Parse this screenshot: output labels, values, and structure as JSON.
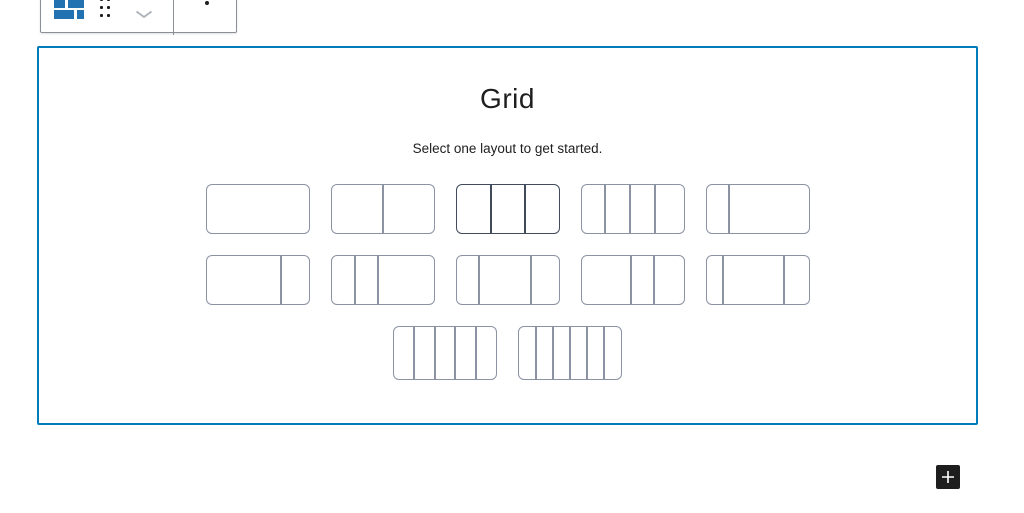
{
  "colors": {
    "accent": "#007cba",
    "icon-blue": "#2271b1",
    "btn-border": "#8b93a3",
    "btn-border-dark": "#414b5c",
    "inserter": "#1e1e1e",
    "toolbar-border": "#8a8f98",
    "text": "#1e1e1e"
  },
  "toolbar": {
    "block_button_label": "Grid",
    "drag_label": "Drag",
    "move_down_label": "Move down",
    "options_label": "Options"
  },
  "panel": {
    "title": "Grid",
    "subtitle": "Select one layout to get started.",
    "layout_rows": [
      [
        {
          "name": "1-column",
          "dividers": []
        },
        {
          "name": "50-50",
          "dividers": [
            50
          ]
        },
        {
          "name": "33-33-33",
          "dividers": [
            33.5,
            67
          ],
          "highlighted": true
        },
        {
          "name": "25-25-25-25",
          "dividers": [
            23.5,
            47.5,
            72
          ]
        },
        {
          "name": "25-75",
          "dividers": [
            22.5
          ]
        }
      ],
      [
        {
          "name": "75-25",
          "dividers": [
            73
          ]
        },
        {
          "name": "25-25-50",
          "dividers": [
            23,
            46
          ]
        },
        {
          "name": "25-50-25",
          "dividers": [
            22,
            73
          ]
        },
        {
          "name": "50-25-25",
          "dividers": [
            48.5,
            71
          ]
        },
        {
          "name": "20-60-20",
          "dividers": [
            16,
            76
          ]
        }
      ],
      [
        {
          "name": "5-columns",
          "dividers": [
            20,
            40,
            60,
            80
          ]
        },
        {
          "name": "6-columns",
          "dividers": [
            17,
            33.5,
            50,
            66.5,
            83
          ]
        }
      ]
    ]
  },
  "inserter": {
    "label": "Add block"
  }
}
